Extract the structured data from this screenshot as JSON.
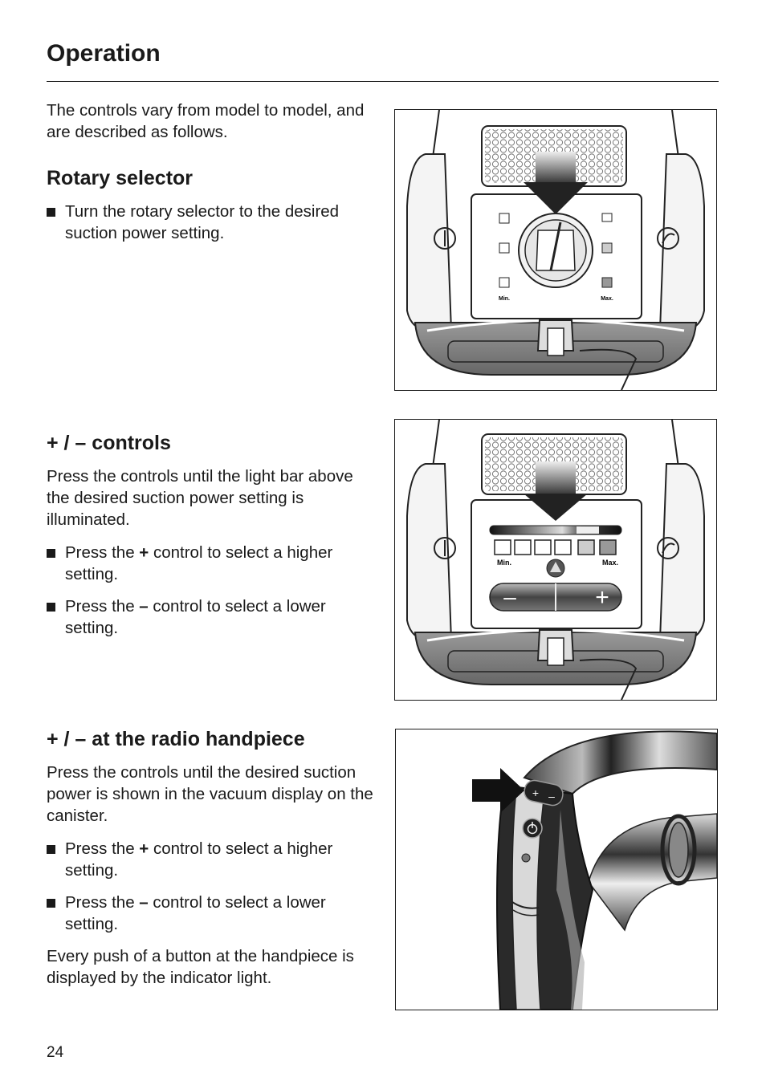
{
  "header": {
    "title": "Operation"
  },
  "intro": {
    "text": "The controls vary from model to model, and are described as follows."
  },
  "rotary": {
    "heading": "Rotary selector",
    "bullet": "Turn the rotary selector to the desired suction power setting."
  },
  "plusminus": {
    "heading": "+ / – controls",
    "text": "Press the controls until the light bar above the desired suction power setting is illuminated.",
    "bullet1_pre": "Press the ",
    "bullet1_sym": "+",
    "bullet1_post": " control to select a higher setting.",
    "bullet2_pre": "Press the ",
    "bullet2_sym": "–",
    "bullet2_post": " control to select a lower setting."
  },
  "radio": {
    "heading": "+ / – at the radio handpiece",
    "text": "Press the controls until the desired suction power is shown in the vacuum display on the canister.",
    "bullet1_pre": "Press the ",
    "bullet1_sym": "+",
    "bullet1_post": " control to select a higher setting.",
    "bullet2_pre": "Press the ",
    "bullet2_sym": "–",
    "bullet2_post": " control to select a lower setting.",
    "footer_text": "Every push of a button at the handpiece is displayed by the indicator light."
  },
  "figure_labels": {
    "min": "Min.",
    "max": "Max.",
    "plus": "+",
    "minus": "–"
  },
  "page": {
    "number": "24"
  }
}
